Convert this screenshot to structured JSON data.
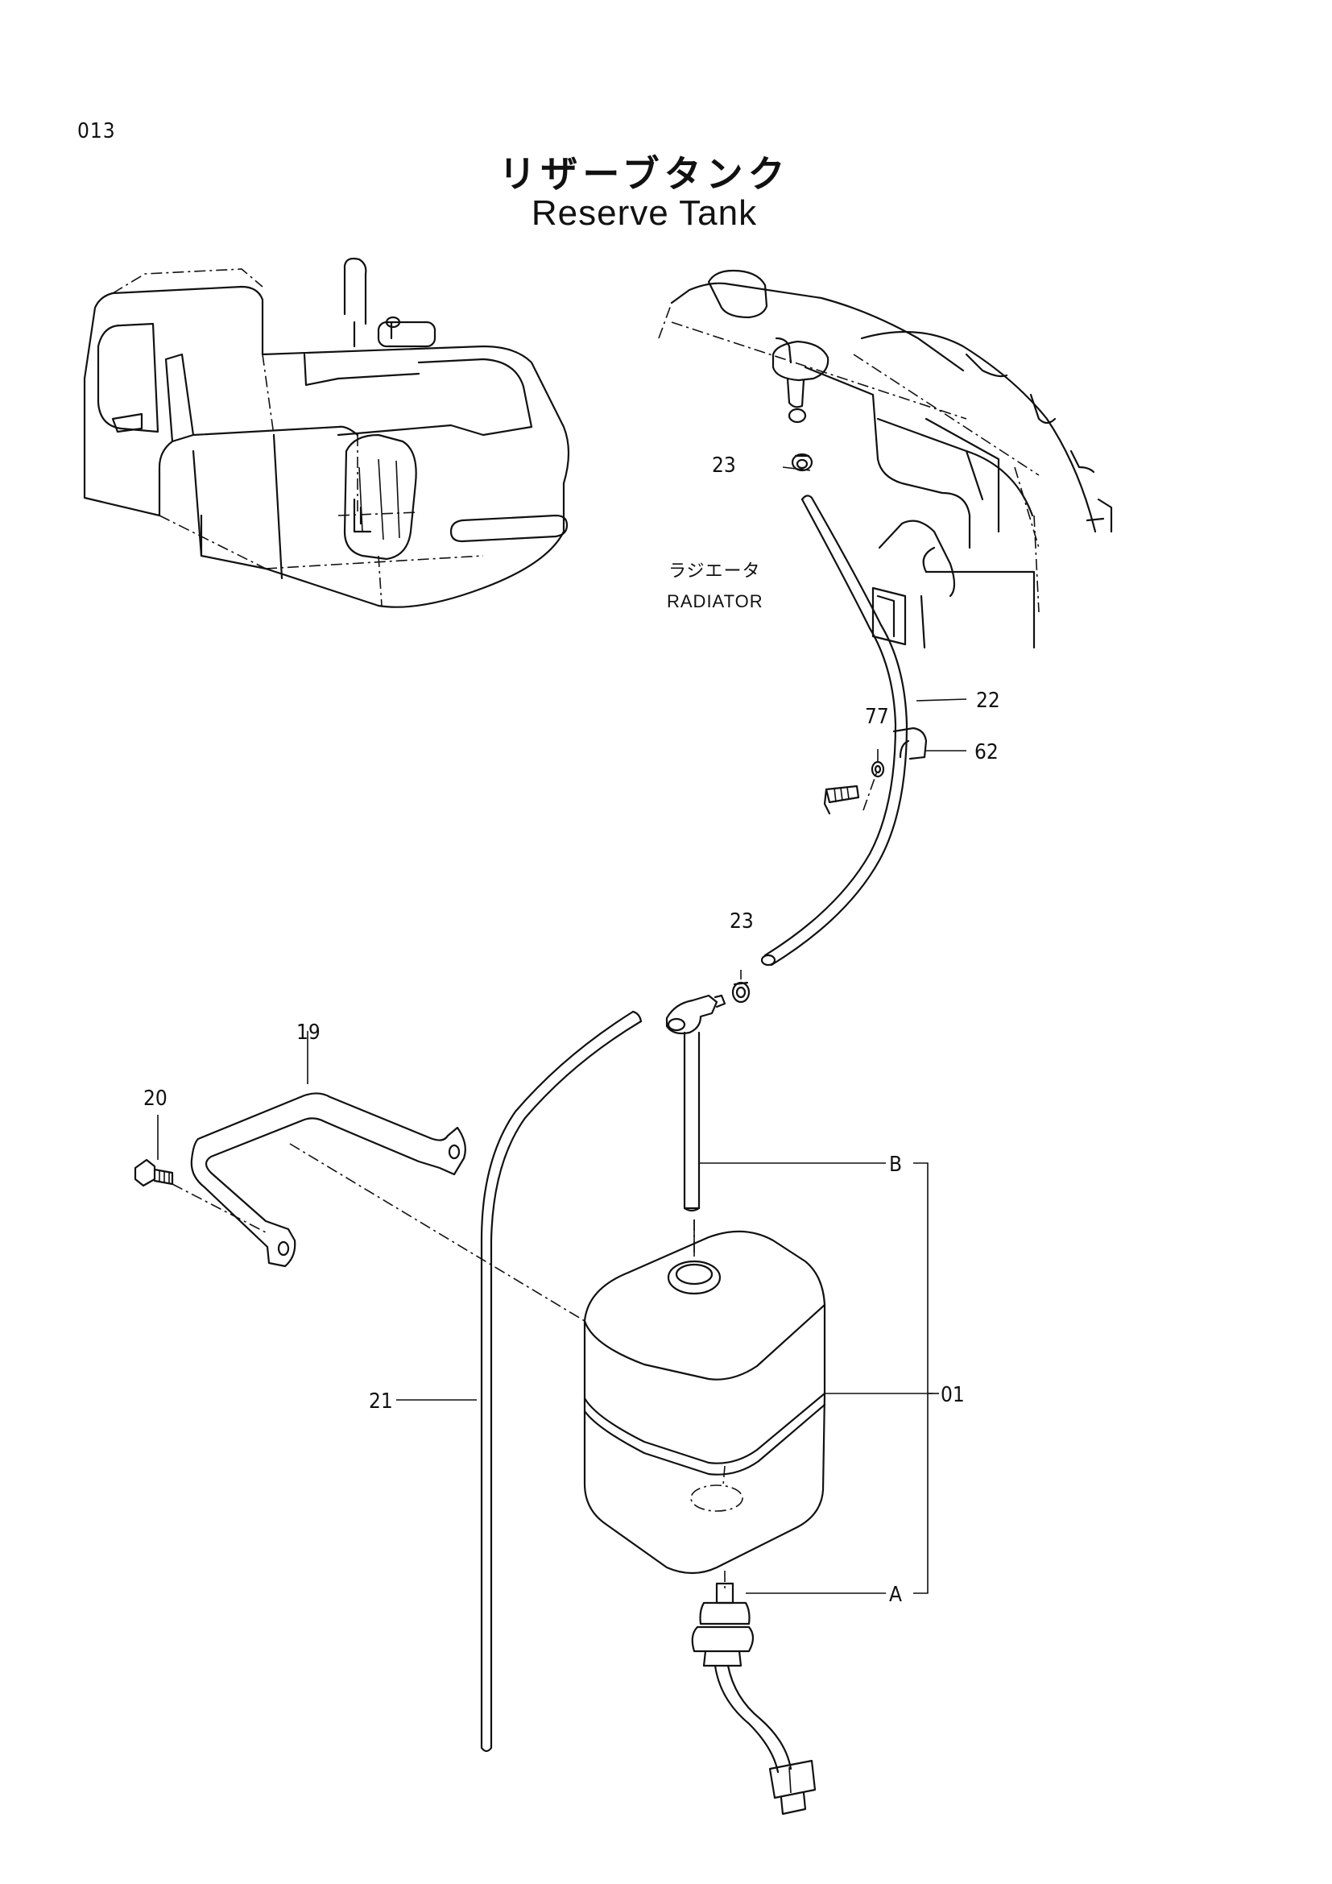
{
  "page": {
    "number": "013"
  },
  "title": {
    "japanese": "リザーブタンク",
    "english": "Reserve Tank"
  },
  "radiator_label": {
    "japanese": "ラジエータ",
    "english": "RADIATOR"
  },
  "callouts": {
    "c23_top": "23",
    "c22": "22",
    "c77": "77",
    "c62": "62",
    "c23_mid": "23",
    "c19": "19",
    "c20": "20",
    "cB": "B",
    "c01": "01",
    "c21": "21",
    "cA": "A"
  }
}
